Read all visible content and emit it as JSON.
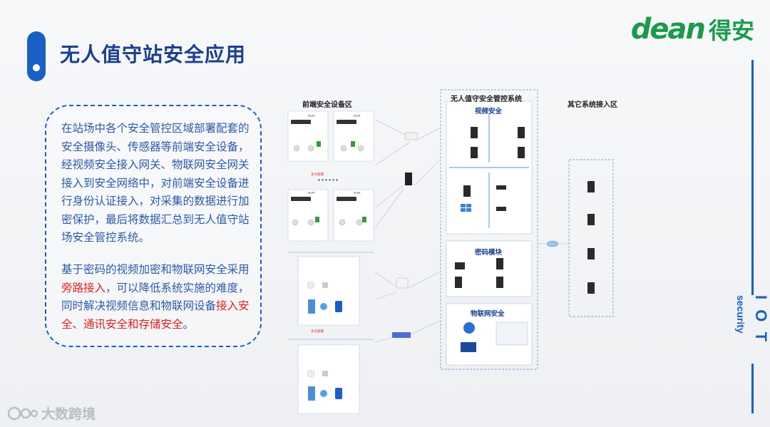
{
  "title": "无人值守站安全应用",
  "logo": {
    "latin": "dean",
    "cn": "得安"
  },
  "side": {
    "iot": "I O T",
    "security": "security"
  },
  "watermark": "大数跨境",
  "paragraph1": "在站场中各个安全管控区域部署配套的安全摄像头、传感器等前端安全设备，经视频安全接入网关、物联网安全网关接入到安全网络中，对前端安全设备进行身份认证接入，对采集的数据进行加密保护，最后将数据汇总到无人值守站场安全管控系统。",
  "paragraph2": {
    "before": "基于密码的视频加密和物联网安全采用",
    "highlight1": "旁路接入",
    "middle": "，可以降低系统实施的难度，同时解决视频信息和物联网设备",
    "highlight2": "接入安全、通讯安全和存储安全",
    "after": "。"
  },
  "colors": {
    "accent": "#1a5fc4",
    "title": "#1b3f8f",
    "highlight": "#e02020",
    "logo": "#1a9b4a"
  },
  "diagram": {
    "front_zone": "前端安全设备区",
    "center_zone": "无人值守安全管控系统",
    "other_zone": "其它系统接入区",
    "video_security": "视频安全",
    "crypto_module": "密码模块",
    "iot_security": "物联网安全",
    "nvr": "NVR",
    "multi_deploy": "多点部署",
    "dots": "• • • • • •"
  }
}
